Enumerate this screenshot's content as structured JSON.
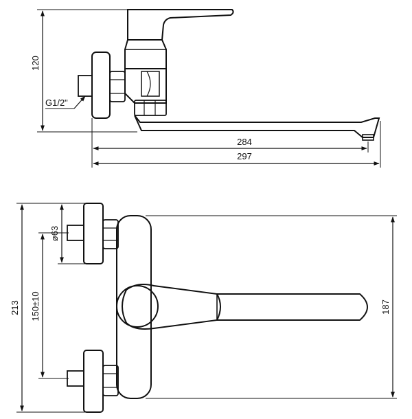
{
  "side_view": {
    "height_label": "120",
    "thread_label": "G1/2\"",
    "spout_reach_label": "284",
    "total_length_label": "297"
  },
  "front_view": {
    "total_height_label": "213",
    "flange_diameter_label": "ø63",
    "inlet_spacing_label": "150±10",
    "handle_height_label": "187"
  },
  "colors": {
    "line": "#111111",
    "background": "#ffffff"
  }
}
